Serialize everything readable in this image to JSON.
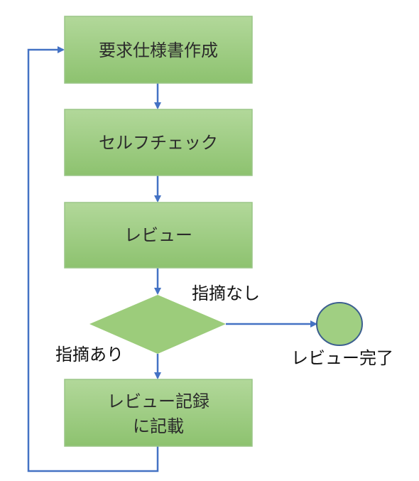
{
  "colors": {
    "box_fill_top": "#b2d89a",
    "box_fill_bottom": "#8dc26f",
    "box_stroke": "#9ac687",
    "diamond_fill": "#9ccc7b",
    "circle_fill": "#a0cf82",
    "circle_stroke": "#3c5f8f",
    "arrow": "#4472c4"
  },
  "nodes": {
    "create_spec": "要求仕様書作成",
    "self_check": "セルフチェック",
    "review": "レビュー",
    "record_line1": "レビュー記録",
    "record_line2": "に記載"
  },
  "labels": {
    "no_findings": "指摘なし",
    "findings": "指摘あり",
    "review_complete": "レビュー完了"
  }
}
